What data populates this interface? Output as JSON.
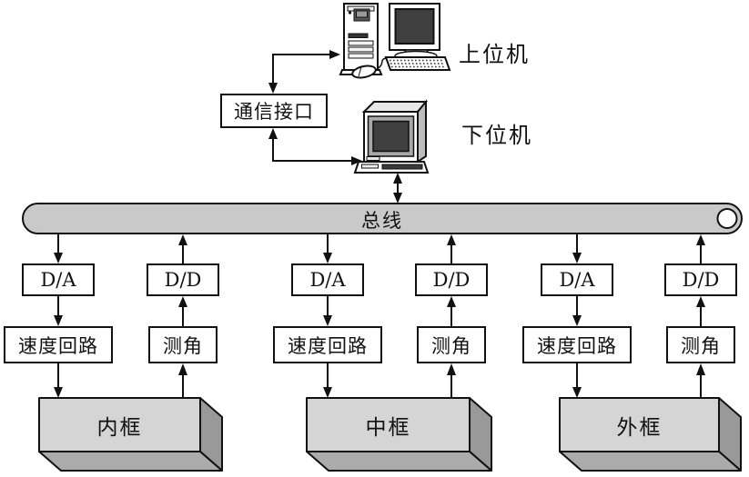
{
  "diagram": {
    "upper_computer_label": "上位机",
    "lower_computer_label": "下位机",
    "comm_interface_label": "通信接口",
    "bus_label": "总线",
    "columns": [
      {
        "converter": "D/A",
        "function": "速度回路",
        "flow": "bus-to-frame"
      },
      {
        "converter": "D/D",
        "function": "测角",
        "flow": "frame-to-bus"
      },
      {
        "converter": "D/A",
        "function": "速度回路",
        "flow": "bus-to-frame"
      },
      {
        "converter": "D/D",
        "function": "测角",
        "flow": "frame-to-bus"
      },
      {
        "converter": "D/A",
        "function": "速度回路",
        "flow": "bus-to-frame"
      },
      {
        "converter": "D/D",
        "function": "测角",
        "flow": "frame-to-bus"
      }
    ],
    "frames": [
      {
        "label": "内框"
      },
      {
        "label": "中框"
      },
      {
        "label": "外框"
      }
    ],
    "icons": [
      "desktop-computer-icon",
      "terminal-computer-icon"
    ],
    "colors": {
      "bus_fill": "#c9c9c9",
      "box_front": "#d5d5d5",
      "box_side": "#999999",
      "box_bottom": "#ababab",
      "screen": "#3f3f3f",
      "line": "#111111"
    }
  }
}
